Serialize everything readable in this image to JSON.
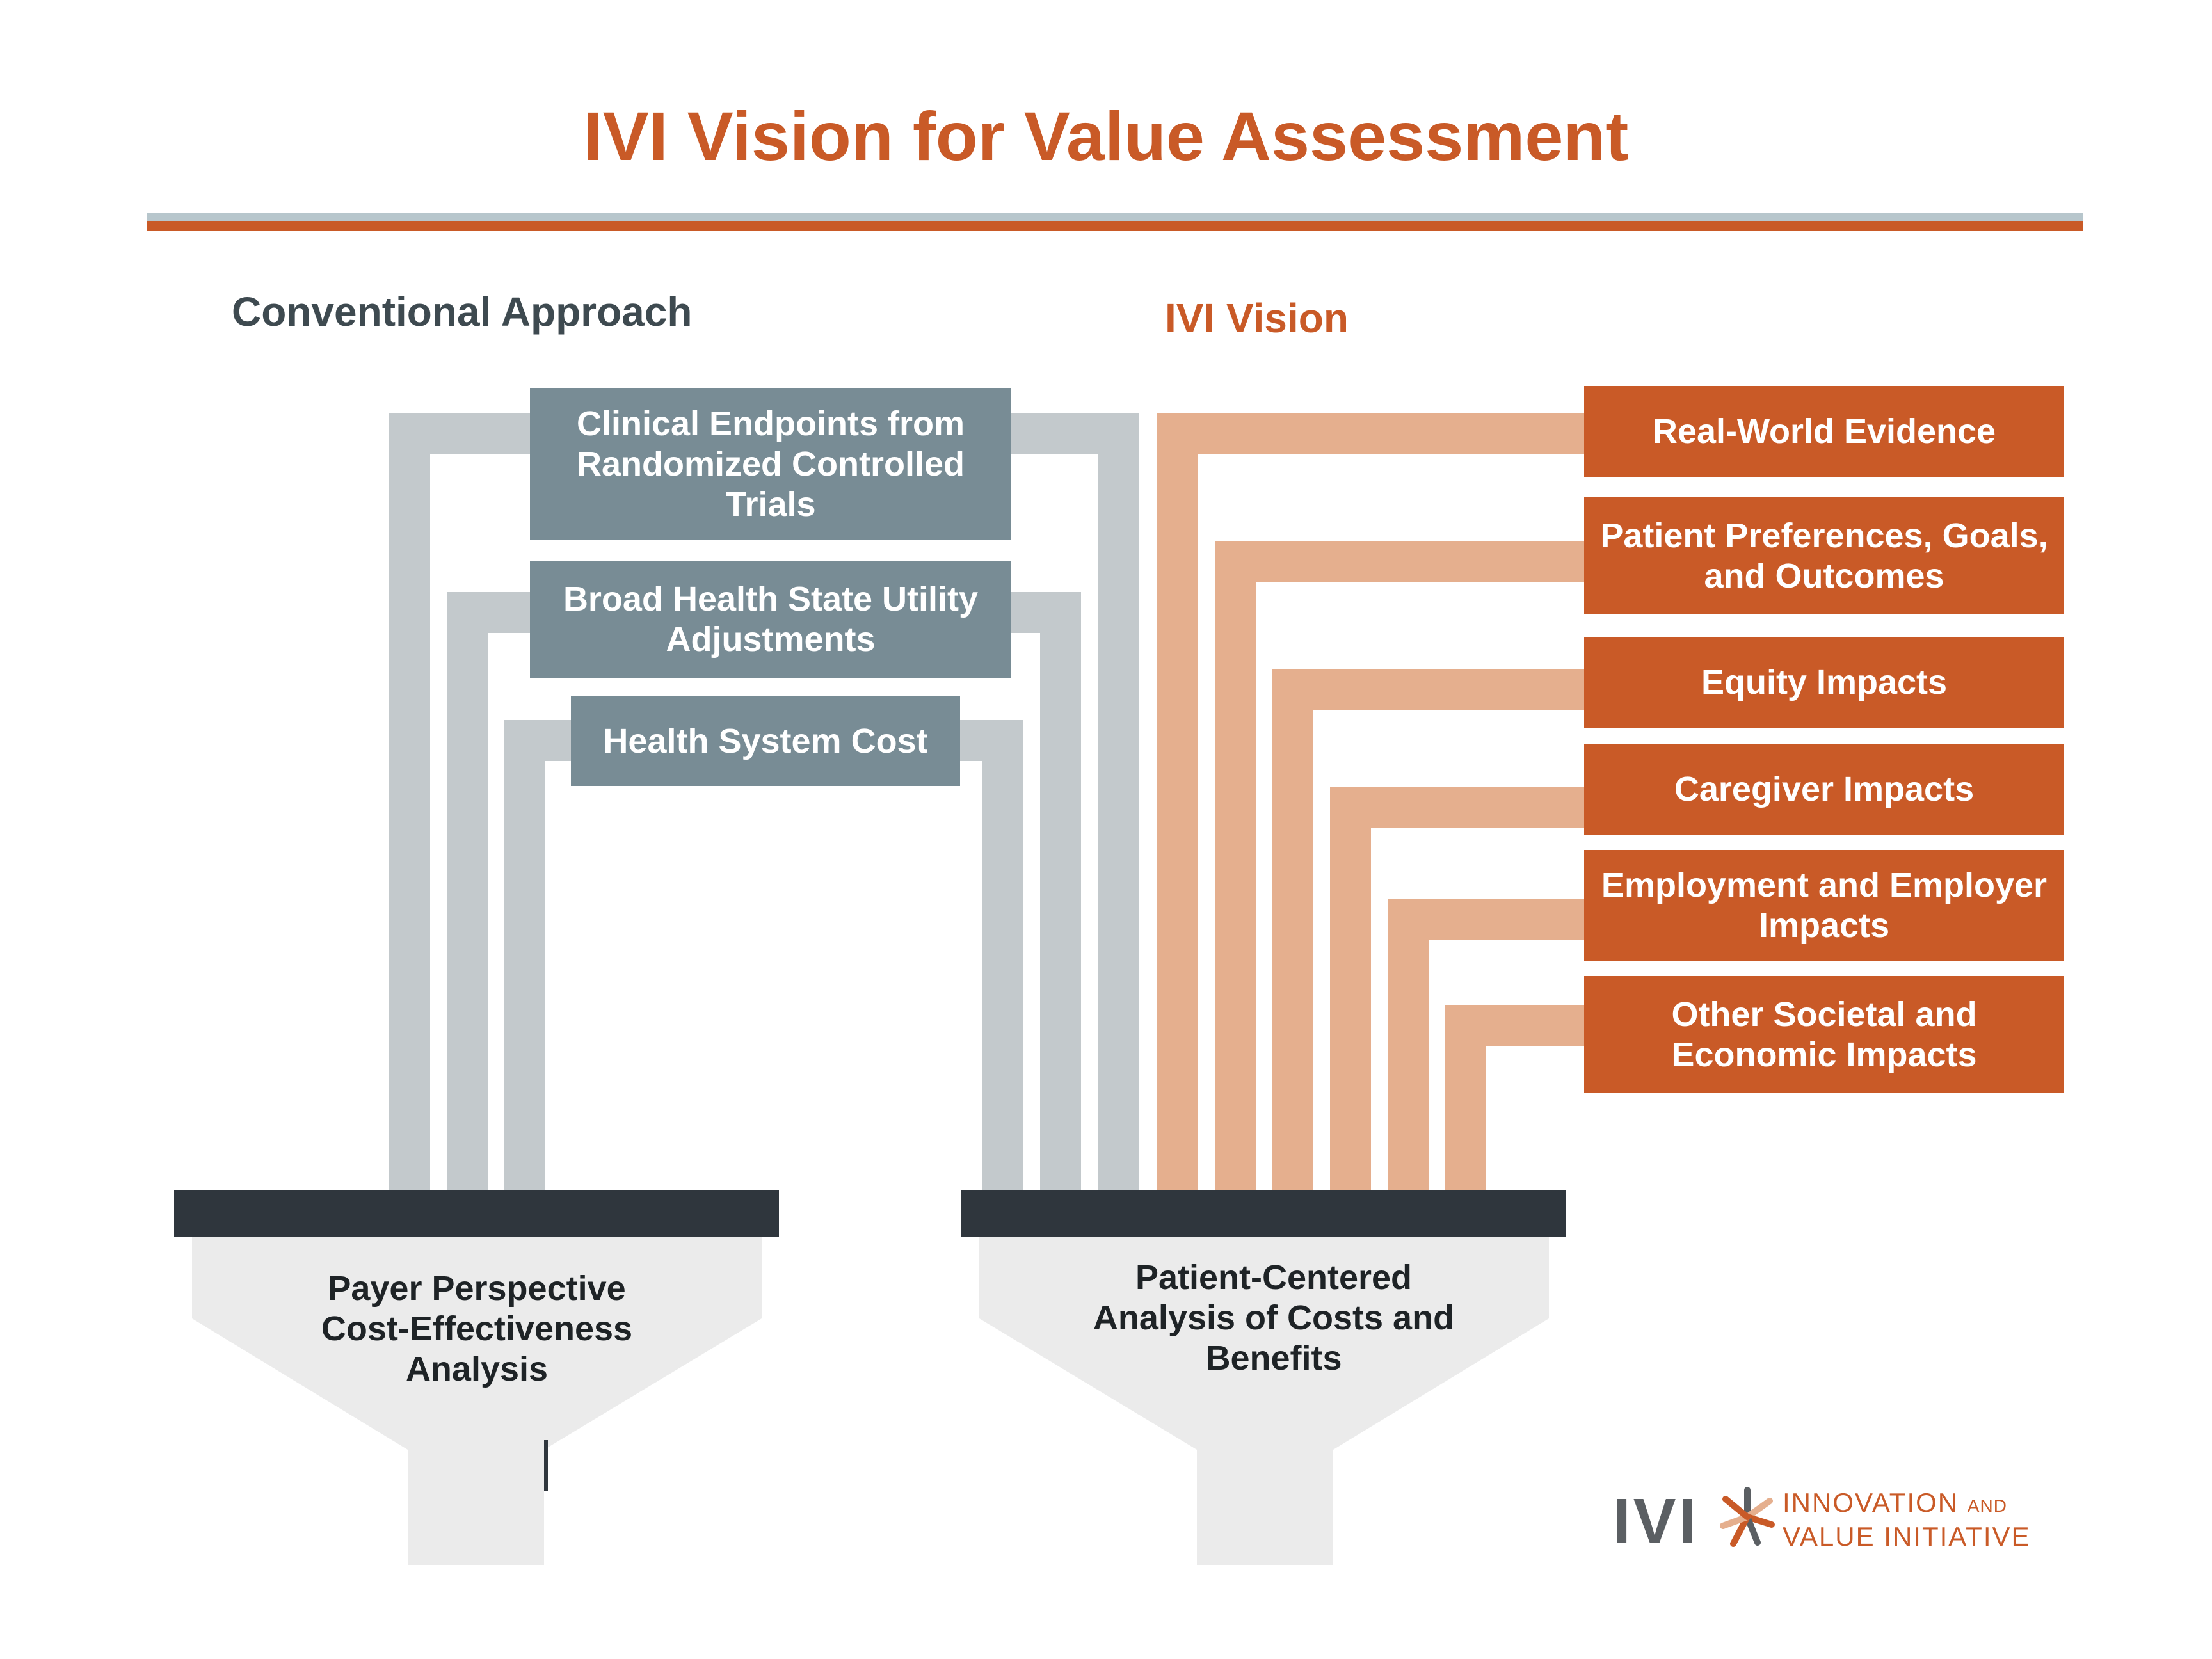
{
  "title": "IVI Vision for Value Assessment",
  "conventional": {
    "heading": "Conventional Approach",
    "inputs": [
      "Clinical Endpoints from Randomized Controlled Trials",
      "Broad Health State Utility Adjustments",
      "Health System Cost"
    ],
    "output": "Payer Perspective Cost-Effectiveness Analysis"
  },
  "ivi": {
    "heading": "IVI Vision",
    "inputs": [
      "Real-World Evidence",
      "Patient Preferences, Goals, and Outcomes",
      "Equity Impacts",
      "Caregiver Impacts",
      "Employment and Employer Impacts",
      "Other Societal and Economic Impacts"
    ],
    "output": "Patient-Centered Analysis of Costs and Benefits"
  },
  "logo": {
    "mark": "IVI",
    "line1": "INNOVATION",
    "line1_small": "AND",
    "line2": "VALUE INITIATIVE"
  },
  "colors": {
    "accent": "#c95a27",
    "accent_light": "#e5af8e",
    "pipe_grey": "#c3c9cc",
    "box_grey": "#788c95",
    "bar_dark": "#2f363d",
    "funnel": "#ebebeb",
    "heading_dark": "#3e4a50",
    "title_rule": "#b7c6cc"
  }
}
